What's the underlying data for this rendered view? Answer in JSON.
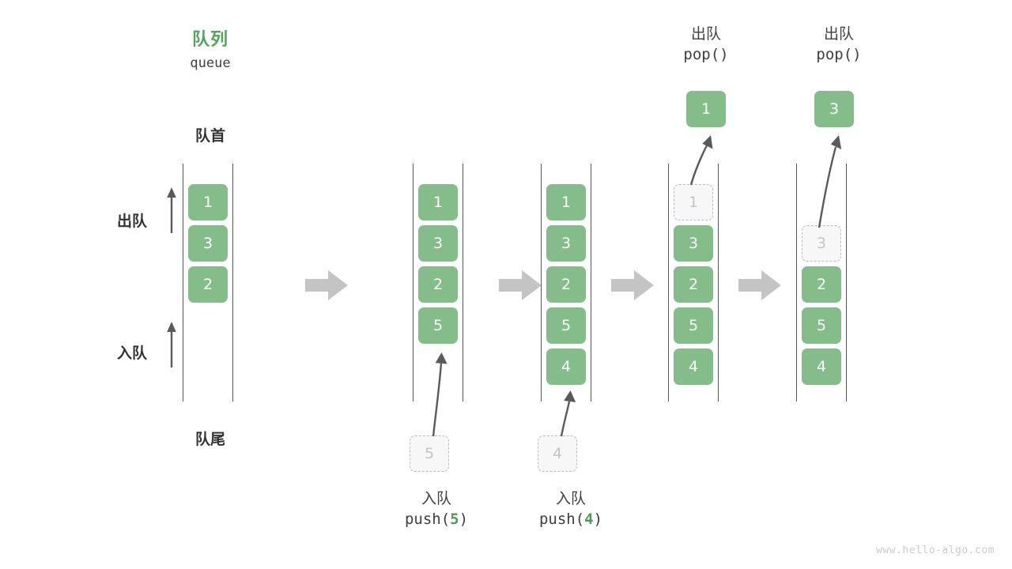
{
  "diagram": {
    "title_cn": "队列",
    "title_en": "queue",
    "head_label": "队首",
    "tail_label": "队尾",
    "watermark": "www.hello-algo.com",
    "colors": {
      "accent_green": "#54a45b",
      "cell_green": "#84bd8a",
      "ghost_fill": "#f7f7f7",
      "ghost_border": "#bdbdbd",
      "rail": "#555555",
      "step_arrow": "#c4c4c4",
      "motion_arrow": "#5a5a5a",
      "text": "#3f3f3f"
    },
    "side_annotations": [
      {
        "label": "出队",
        "direction": "up"
      },
      {
        "label": "入队",
        "direction": "up"
      }
    ],
    "steps": [
      {
        "id": "initial",
        "cells": [
          {
            "value": "1",
            "state": "filled"
          },
          {
            "value": "3",
            "state": "filled"
          },
          {
            "value": "2",
            "state": "filled"
          }
        ],
        "caption": null,
        "detached": null
      },
      {
        "id": "after-push-5",
        "cells": [
          {
            "value": "1",
            "state": "filled"
          },
          {
            "value": "3",
            "state": "filled"
          },
          {
            "value": "2",
            "state": "filled"
          },
          {
            "value": "5",
            "state": "filled"
          }
        ],
        "caption": {
          "position": "bottom",
          "cn": "入队",
          "code_prefix": "push(",
          "code_arg": "5",
          "code_suffix": ")"
        },
        "detached": {
          "value": "5",
          "state": "ghost",
          "position": "below"
        }
      },
      {
        "id": "after-push-4",
        "cells": [
          {
            "value": "1",
            "state": "filled"
          },
          {
            "value": "3",
            "state": "filled"
          },
          {
            "value": "2",
            "state": "filled"
          },
          {
            "value": "5",
            "state": "filled"
          },
          {
            "value": "4",
            "state": "filled"
          }
        ],
        "caption": {
          "position": "bottom",
          "cn": "入队",
          "code_prefix": "push(",
          "code_arg": "4",
          "code_suffix": ")"
        },
        "detached": {
          "value": "4",
          "state": "ghost",
          "position": "below"
        }
      },
      {
        "id": "after-pop-1",
        "cells": [
          {
            "value": "1",
            "state": "ghost"
          },
          {
            "value": "3",
            "state": "filled"
          },
          {
            "value": "2",
            "state": "filled"
          },
          {
            "value": "5",
            "state": "filled"
          },
          {
            "value": "4",
            "state": "filled"
          }
        ],
        "caption": {
          "position": "top",
          "cn": "出队",
          "code_prefix": "pop(",
          "code_arg": "",
          "code_suffix": ")"
        },
        "detached": {
          "value": "1",
          "state": "filled",
          "position": "above"
        }
      },
      {
        "id": "after-pop-3",
        "cells": [
          {
            "value": "",
            "state": "empty"
          },
          {
            "value": "3",
            "state": "ghost"
          },
          {
            "value": "2",
            "state": "filled"
          },
          {
            "value": "5",
            "state": "filled"
          },
          {
            "value": "4",
            "state": "filled"
          }
        ],
        "caption": {
          "position": "top",
          "cn": "出队",
          "code_prefix": "pop(",
          "code_arg": "",
          "code_suffix": ")"
        },
        "detached": {
          "value": "3",
          "state": "filled",
          "position": "above"
        }
      }
    ]
  }
}
